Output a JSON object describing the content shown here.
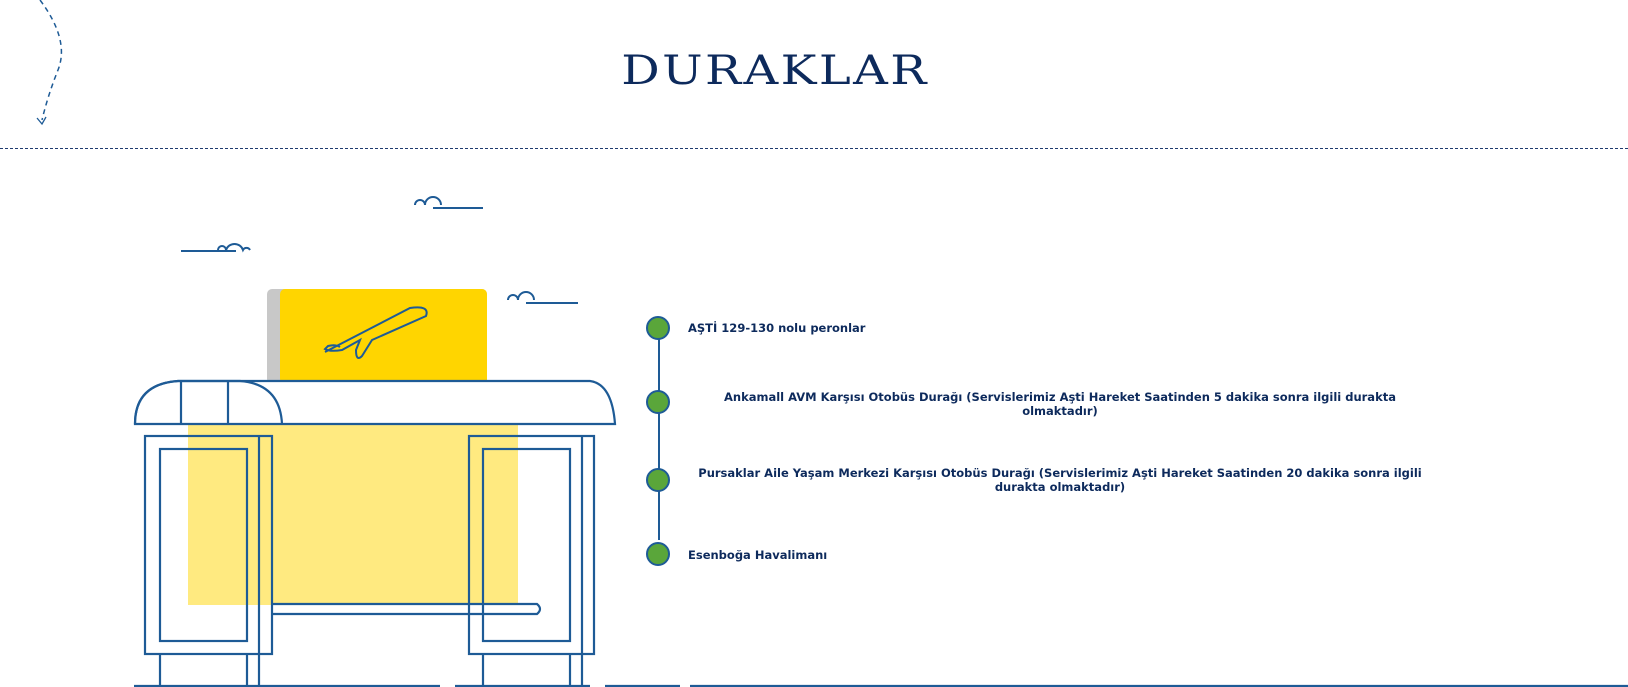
{
  "page": {
    "title": "DURAKLAR"
  },
  "stops": [
    {
      "label": "AŞTİ 129-130 nolu peronlar"
    },
    {
      "label": "Ankamall AVM Karşısı Otobüs Durağı (Servislerimiz Aşti Hareket Saatinden 5 dakika sonra ilgili durakta olmaktadır)"
    },
    {
      "label": "Pursaklar Aile Yaşam Merkezi Karşısı Otobüs Durağı (Servislerimiz Aşti Hareket Saatinden 20 dakika sonra ilgili durakta olmaktadır)"
    },
    {
      "label": "Esenboğa Havalimanı"
    }
  ],
  "colors": {
    "navy": "#0d2a5c",
    "line": "#1e5b96",
    "green": "#5aa63a",
    "yellow": "#ffd500",
    "light_yellow": "#ffea80"
  }
}
